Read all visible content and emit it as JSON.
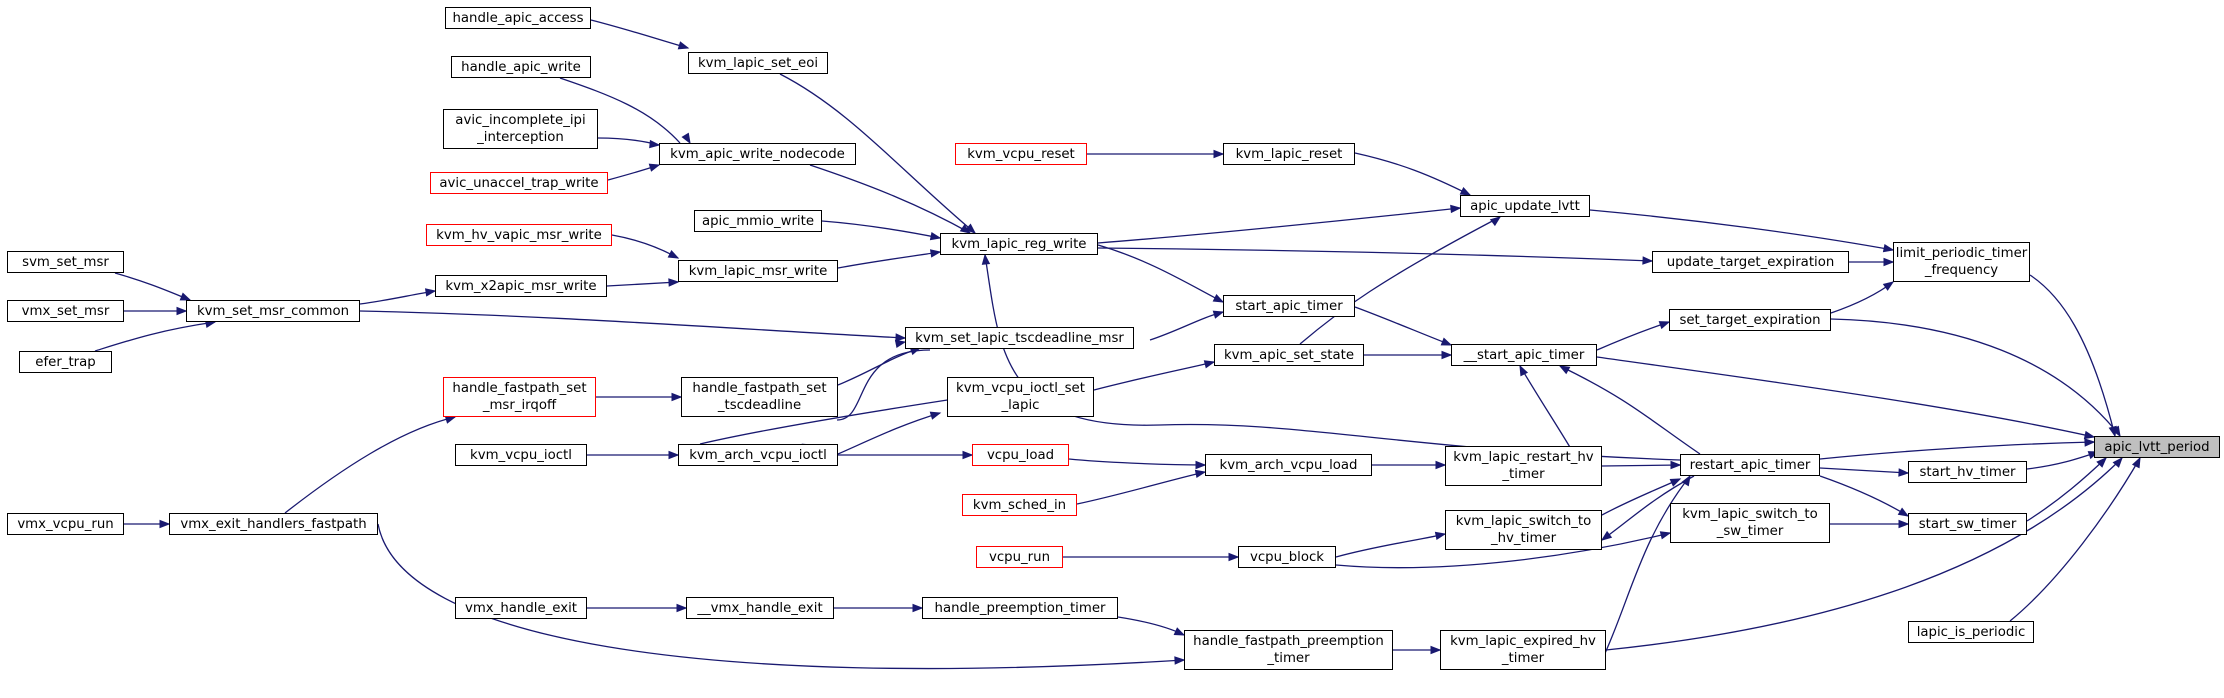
{
  "graph": {
    "colors": {
      "edge": "#191970",
      "node_border": "#000000",
      "node_highlight_border": "#ff0000",
      "root_fill": "#bfbfbf"
    },
    "nodes": {
      "apic_lvtt_period": "apic_lvtt_period",
      "limit_periodic_timer_frequency": "limit_periodic_timer\n_frequency",
      "set_target_expiration": "set_target_expiration",
      "__start_apic_timer": "__start_apic_timer",
      "restart_apic_timer": "restart_apic_timer",
      "start_hv_timer": "start_hv_timer",
      "start_sw_timer": "start_sw_timer",
      "lapic_is_periodic": "lapic_is_periodic",
      "apic_update_lvtt": "apic_update_lvtt",
      "update_target_expiration": "update_target_expiration",
      "kvm_lapic_reset": "kvm_lapic_reset",
      "kvm_vcpu_reset": "kvm_vcpu_reset",
      "kvm_lapic_reg_write": "kvm_lapic_reg_write",
      "kvm_lapic_set_eoi": "kvm_lapic_set_eoi",
      "handle_apic_access": "handle_apic_access",
      "kvm_apic_write_nodecode": "kvm_apic_write_nodecode",
      "handle_apic_write": "handle_apic_write",
      "avic_incomplete_ipi_interception": "avic_incomplete_ipi\n_interception",
      "avic_unaccel_trap_write": "avic_unaccel_trap_write",
      "apic_mmio_write": "apic_mmio_write",
      "kvm_lapic_msr_write": "kvm_lapic_msr_write",
      "kvm_hv_vapic_msr_write": "kvm_hv_vapic_msr_write",
      "kvm_x2apic_msr_write": "kvm_x2apic_msr_write",
      "kvm_set_msr_common": "kvm_set_msr_common",
      "svm_set_msr": "svm_set_msr",
      "vmx_set_msr": "vmx_set_msr",
      "efer_trap": "efer_trap",
      "start_apic_timer": "start_apic_timer",
      "kvm_set_lapic_tscdeadline_msr": "kvm_set_lapic_tscdeadline_msr",
      "handle_fastpath_set_tscdeadline": "handle_fastpath_set\n_tscdeadline",
      "handle_fastpath_set_msr_irqoff": "handle_fastpath_set\n_msr_irqoff",
      "vmx_exit_handlers_fastpath": "vmx_exit_handlers_fastpath",
      "vmx_vcpu_run": "vmx_vcpu_run",
      "kvm_apic_set_state": "kvm_apic_set_state",
      "kvm_vcpu_ioctl_set_lapic": "kvm_vcpu_ioctl_set\n_lapic",
      "kvm_arch_vcpu_ioctl": "kvm_arch_vcpu_ioctl",
      "kvm_vcpu_ioctl": "kvm_vcpu_ioctl",
      "kvm_lapic_restart_hv_timer": "kvm_lapic_restart_hv\n_timer",
      "kvm_arch_vcpu_load": "kvm_arch_vcpu_load",
      "vcpu_load": "vcpu_load",
      "kvm_sched_in": "kvm_sched_in",
      "kvm_lapic_switch_to_hv_timer": "kvm_lapic_switch_to\n_hv_timer",
      "kvm_lapic_switch_to_sw_timer": "kvm_lapic_switch_to\n_sw_timer",
      "vcpu_block": "vcpu_block",
      "vcpu_run": "vcpu_run",
      "kvm_lapic_expired_hv_timer": "kvm_lapic_expired_hv\n_timer",
      "handle_fastpath_preemption_timer": "handle_fastpath_preemption\n_timer",
      "handle_preemption_timer": "handle_preemption_timer",
      "__vmx_handle_exit": "__vmx_handle_exit",
      "vmx_handle_exit": "vmx_handle_exit"
    }
  }
}
